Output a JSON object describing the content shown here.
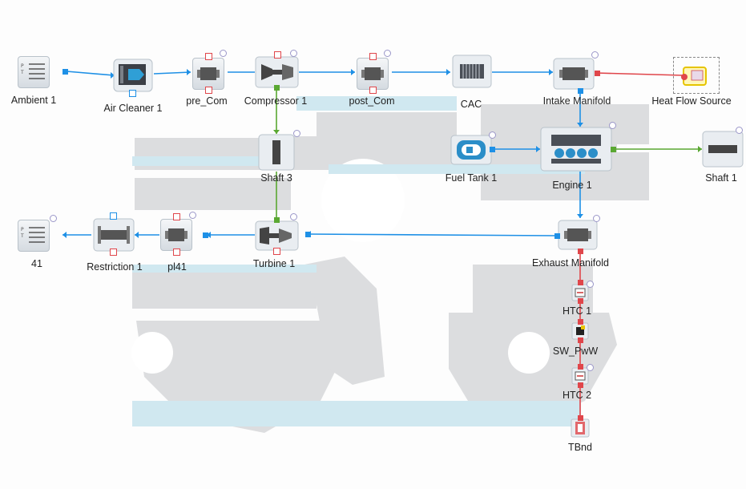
{
  "nodes": {
    "ambient_1": "Ambient 1",
    "air_cleaner_1": "Air Cleaner 1",
    "pre_com": "pre_Com",
    "compressor_1": "Compressor 1",
    "post_com": "post_Com",
    "cac": "CAC",
    "intake_manifold": "Intake Manifold",
    "heat_flow_source": "Heat Flow Source",
    "shaft_3": "Shaft 3",
    "fuel_tank_1": "Fuel Tank 1",
    "engine_1": "Engine 1",
    "shaft_1": "Shaft 1",
    "n41": "41",
    "restriction_1": "Restriction 1",
    "pl41": "pl41",
    "turbine_1": "Turbine 1",
    "exhaust_manifold": "Exhaust Manifold",
    "htc_1": "HTC 1",
    "sw_pww": "SW_PwW",
    "htc_2": "HTC 2",
    "tbnd": "TBnd"
  },
  "colors": {
    "flow_connection": "#1e90e6",
    "mechanical_connection": "#5aa832",
    "thermal_connection": "#e0464b",
    "watermark": "#d9dadb",
    "watermark_accent": "#cfe7ef"
  },
  "icons": {
    "ambient_1": "ambient-boundary-icon",
    "air_cleaner_1": "air-cleaner-icon",
    "pre_com": "pipe-volume-icon",
    "compressor_1": "compressor-icon",
    "post_com": "pipe-volume-icon",
    "cac": "charge-air-cooler-icon",
    "intake_manifold": "manifold-icon",
    "heat_flow_source": "heat-source-icon",
    "shaft_3": "shaft-icon",
    "fuel_tank_1": "fuel-tank-icon",
    "engine_1": "engine-icon",
    "shaft_1": "shaft-icon",
    "n41": "ambient-boundary-icon",
    "restriction_1": "restriction-icon",
    "pl41": "pipe-volume-icon",
    "turbine_1": "turbine-icon",
    "exhaust_manifold": "manifold-icon",
    "htc_1": "heat-transfer-icon",
    "sw_pww": "switch-icon",
    "htc_2": "heat-transfer-icon",
    "tbnd": "thermal-boundary-icon"
  }
}
